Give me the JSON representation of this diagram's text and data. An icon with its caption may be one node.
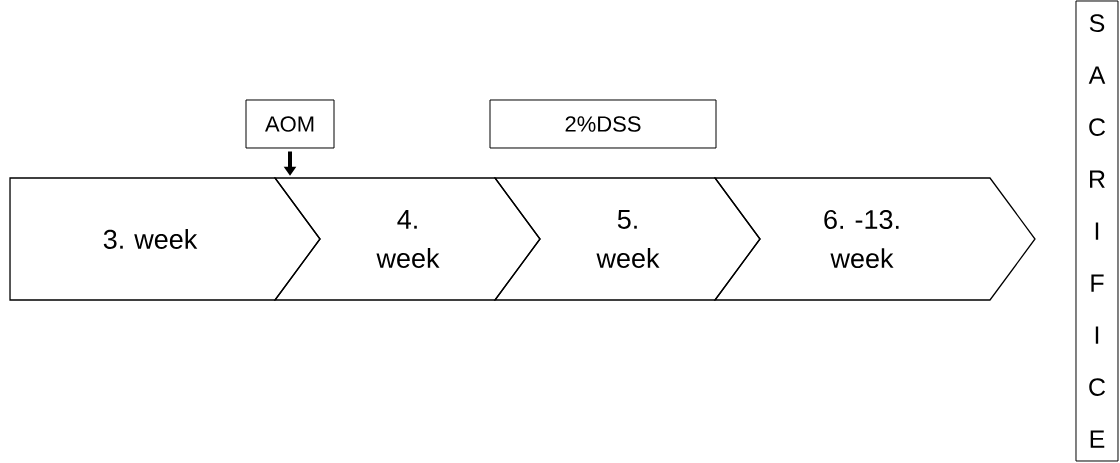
{
  "diagram": {
    "nodes": [
      {
        "text": [
          "AOM"
        ]
      },
      {
        "text": [
          "2%DSS"
        ]
      },
      {
        "text": [
          "3. week"
        ]
      },
      {
        "text": [
          "4. week"
        ]
      },
      {
        "text": [
          "5. week"
        ]
      },
      {
        "text": [
          "6. -13. week"
        ]
      },
      {
        "text": [
          "SACRIFICE"
        ]
      }
    ],
    "edges": [
      {
        "from": 0,
        "to": 3,
        "arrow": "to"
      }
    ]
  }
}
